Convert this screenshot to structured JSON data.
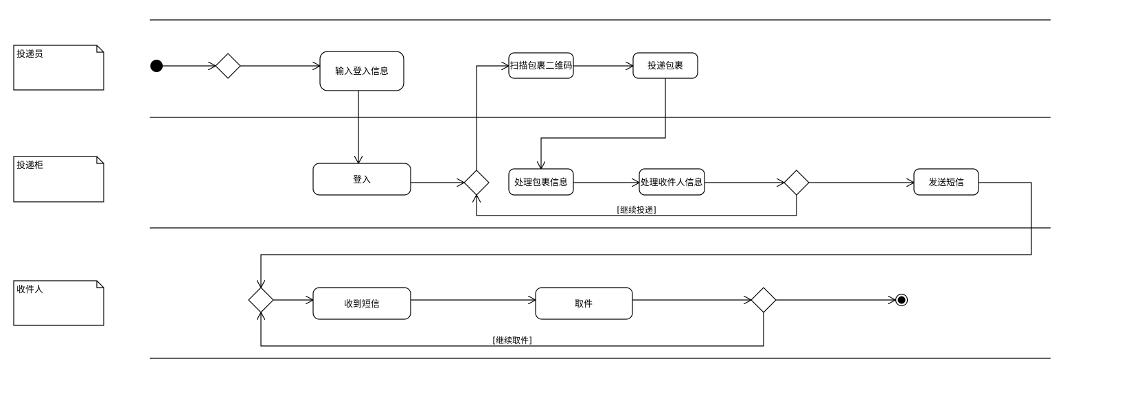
{
  "lanes": [
    {
      "id": "courier",
      "label": "投递员"
    },
    {
      "id": "locker",
      "label": "投递柜"
    },
    {
      "id": "recipient",
      "label": "收件人"
    }
  ],
  "activities": {
    "input_login": "输入登入信息",
    "scan_qr": "扫描包裹二维码",
    "deliver_parcel": "投递包裹",
    "login": "登入",
    "process_parcel": "处理包裹信息",
    "process_recipient": "处理收件人信息",
    "send_sms": "发送短信",
    "receive_sms": "收到短信",
    "pickup": "取件"
  },
  "guards": {
    "continue_delivery": "[继续投递]",
    "continue_pickup": "[继续取件]"
  }
}
